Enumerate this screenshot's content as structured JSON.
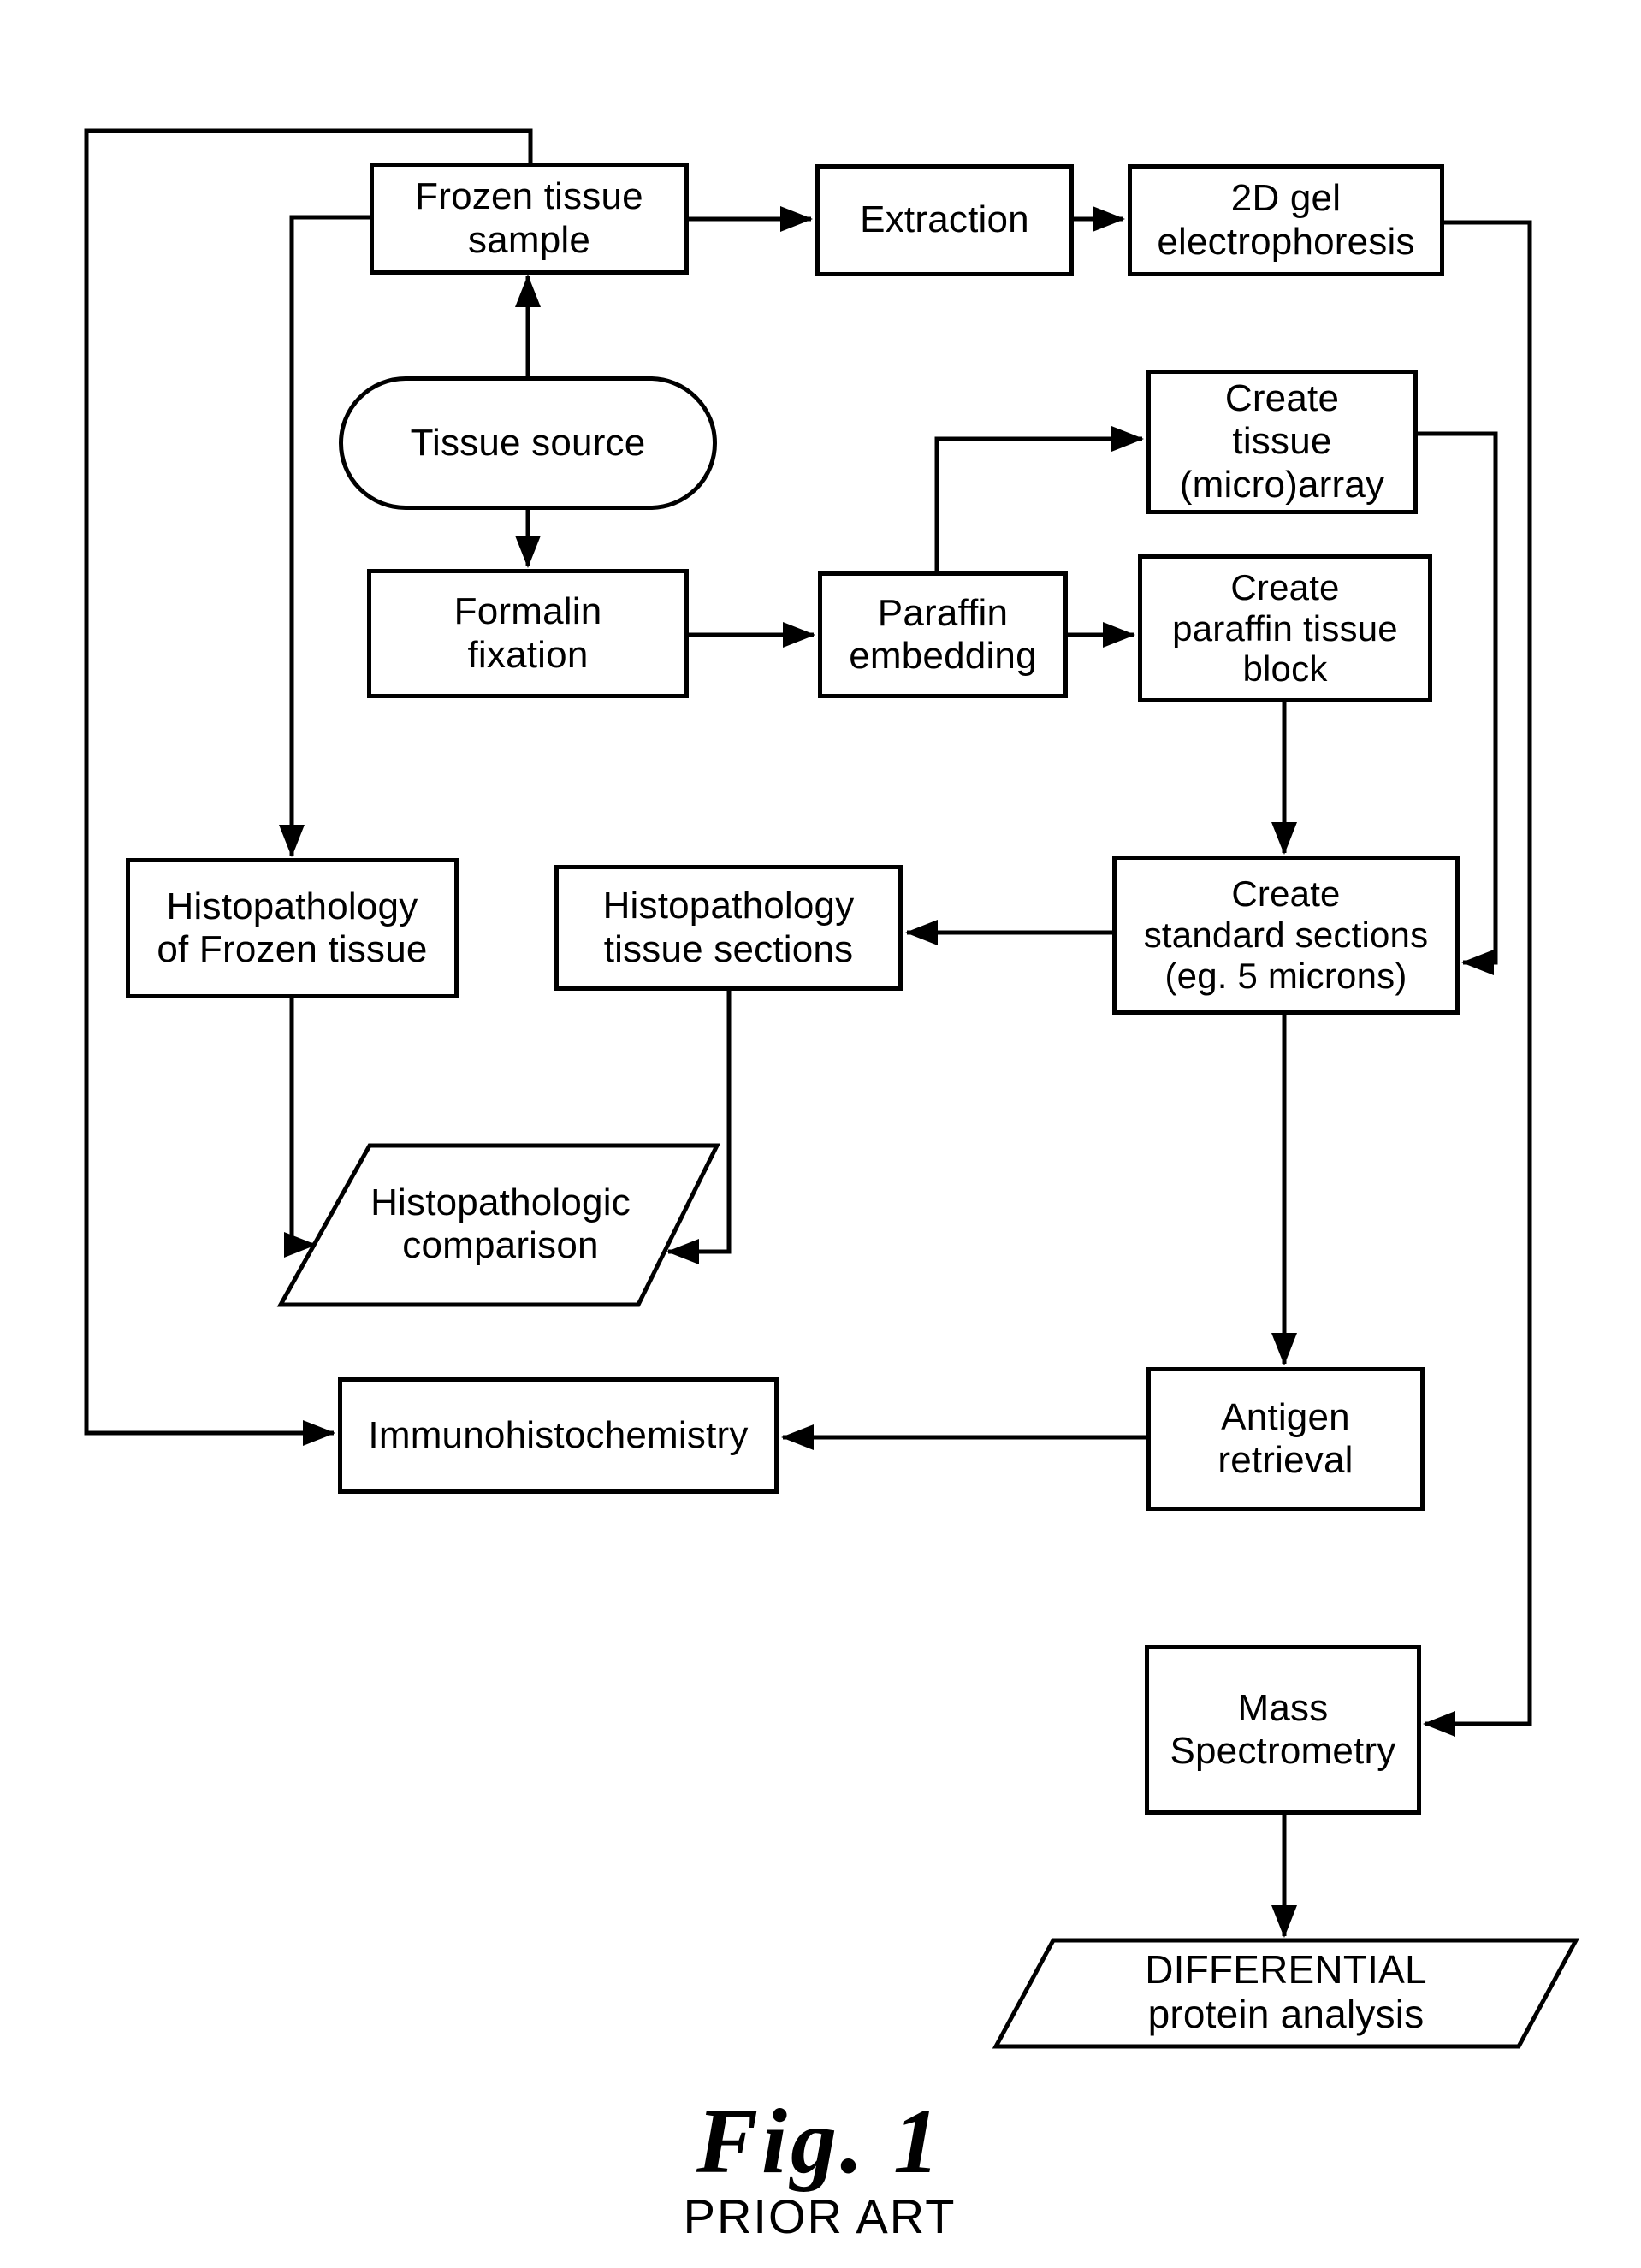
{
  "figure": {
    "title": "Fig. 1",
    "subtitle": "PRIOR ART"
  },
  "colors": {
    "ink": "#000000",
    "paper": "#ffffff"
  },
  "nodes": {
    "tissue_source": {
      "label": "Tissue source",
      "shape": "stadium"
    },
    "frozen_tissue_sample": {
      "label": "Frozen tissue\nsample",
      "shape": "rect"
    },
    "extraction": {
      "label": "Extraction",
      "shape": "rect"
    },
    "gel_electrophoresis": {
      "label": "2D gel\nelectrophoresis",
      "shape": "rect"
    },
    "create_tissue_microarray": {
      "label": "Create\ntissue\n(micro)array",
      "shape": "rect"
    },
    "formalin_fixation": {
      "label": "Formalin\nfixation",
      "shape": "rect"
    },
    "paraffin_embedding": {
      "label": "Paraffin\nembedding",
      "shape": "rect"
    },
    "create_paraffin_tissue_block": {
      "label": "Create\nparaffin tissue\nblock",
      "shape": "rect"
    },
    "histopathology_frozen_tissue": {
      "label": "Histopathology\nof Frozen tissue",
      "shape": "rect"
    },
    "histopathology_tissue_sections": {
      "label": "Histopathology\ntissue sections",
      "shape": "rect"
    },
    "create_standard_sections": {
      "label": "Create\nstandard sections\n(eg. 5 microns)",
      "shape": "rect"
    },
    "histopathologic_comparison": {
      "label": "Histopathologic\ncomparison",
      "shape": "parallelogram"
    },
    "immunohistochemistry": {
      "label": "Immunohistochemistry",
      "shape": "rect"
    },
    "antigen_retrieval": {
      "label": "Antigen\nretrieval",
      "shape": "rect"
    },
    "mass_spectrometry": {
      "label": "Mass\nSpectrometry",
      "shape": "rect"
    },
    "differential_protein_analysis": {
      "label": "DIFFERENTIAL\nprotein analysis",
      "shape": "parallelogram"
    }
  },
  "edges": [
    {
      "from": "tissue_source",
      "to": "frozen_tissue_sample"
    },
    {
      "from": "tissue_source",
      "to": "formalin_fixation"
    },
    {
      "from": "frozen_tissue_sample",
      "to": "extraction"
    },
    {
      "from": "extraction",
      "to": "gel_electrophoresis"
    },
    {
      "from": "gel_electrophoresis",
      "to": "mass_spectrometry"
    },
    {
      "from": "frozen_tissue_sample",
      "to": "histopathology_frozen_tissue"
    },
    {
      "from": "frozen_tissue_sample",
      "to": "immunohistochemistry"
    },
    {
      "from": "formalin_fixation",
      "to": "paraffin_embedding"
    },
    {
      "from": "paraffin_embedding",
      "to": "create_tissue_microarray"
    },
    {
      "from": "paraffin_embedding",
      "to": "create_paraffin_tissue_block"
    },
    {
      "from": "create_tissue_microarray",
      "to": "create_standard_sections"
    },
    {
      "from": "create_paraffin_tissue_block",
      "to": "create_standard_sections"
    },
    {
      "from": "create_standard_sections",
      "to": "histopathology_tissue_sections"
    },
    {
      "from": "create_standard_sections",
      "to": "antigen_retrieval"
    },
    {
      "from": "histopathology_frozen_tissue",
      "to": "histopathologic_comparison"
    },
    {
      "from": "histopathology_tissue_sections",
      "to": "histopathologic_comparison"
    },
    {
      "from": "antigen_retrieval",
      "to": "immunohistochemistry"
    },
    {
      "from": "mass_spectrometry",
      "to": "differential_protein_analysis"
    }
  ]
}
